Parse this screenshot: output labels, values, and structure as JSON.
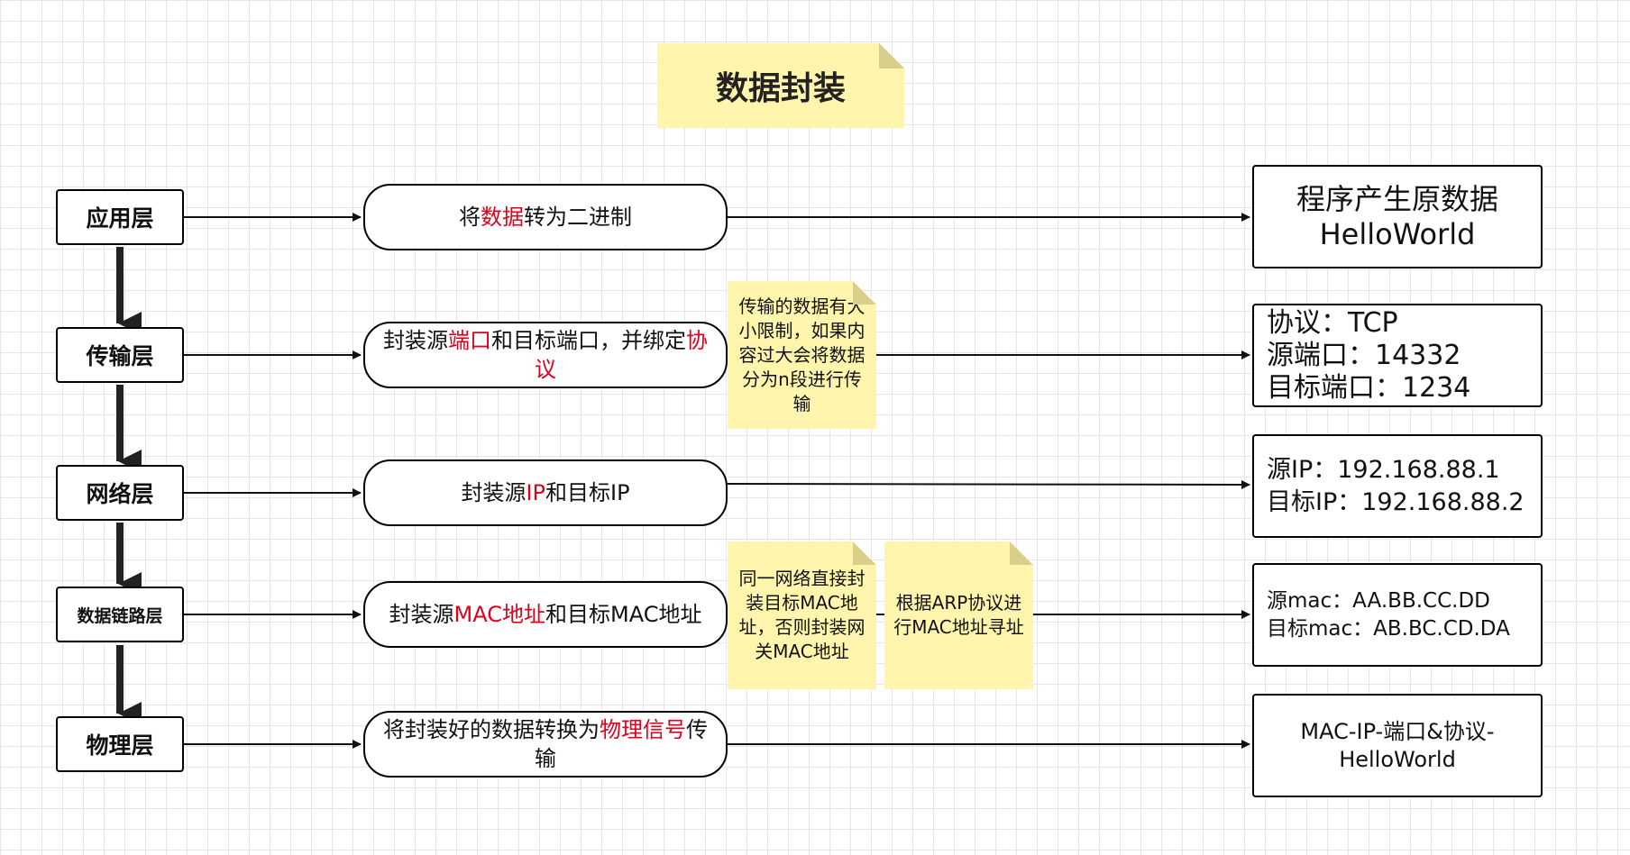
{
  "title": "数据封装",
  "layers": [
    {
      "label": "应用层"
    },
    {
      "label": "传输层"
    },
    {
      "label": "网络层"
    },
    {
      "label": "数据链路层"
    },
    {
      "label": "物理层"
    }
  ],
  "processes": [
    {
      "pre": "将",
      "highlight": "数据",
      "post": "转为二进制"
    },
    {
      "pre": "封装源",
      "highlight": "端口",
      "post": "和目标端口，并绑定",
      "highlight2": "协议",
      "post2": ""
    },
    {
      "pre": "封装源",
      "highlight": "IP",
      "post": "和目标IP"
    },
    {
      "pre": "封装源",
      "highlight": "MAC地址",
      "post": "和目标MAC地址"
    },
    {
      "pre": "将封装好的数据转换为",
      "highlight": "物理信号",
      "post": "传输"
    }
  ],
  "results": [
    {
      "lines": [
        "程序产生原数据",
        "HelloWorld"
      ]
    },
    {
      "lines": [
        "协议：TCP",
        "源端口：14332",
        "目标端口：1234"
      ]
    },
    {
      "lines": [
        "源IP：192.168.88.1",
        "目标IP：192.168.88.2"
      ]
    },
    {
      "lines": [
        "源mac：AA.BB.CC.DD",
        "目标mac：AB.BC.CD.DA"
      ]
    },
    {
      "lines": [
        "MAC-IP-端口&协议-HelloWorld"
      ]
    }
  ],
  "notes": {
    "transport": "传输的数据有大小限制，如果内容过大会将数据分为n段进行传输",
    "datalink_direct": "同一网络直接封装目标MAC地址，否则封装网关MAC地址",
    "datalink_arp": "根据ARP协议进行MAC地址寻址"
  },
  "colors": {
    "highlight": "#e0001b",
    "note_bg": "#fff5ad",
    "grid": "#e6e6e6"
  }
}
